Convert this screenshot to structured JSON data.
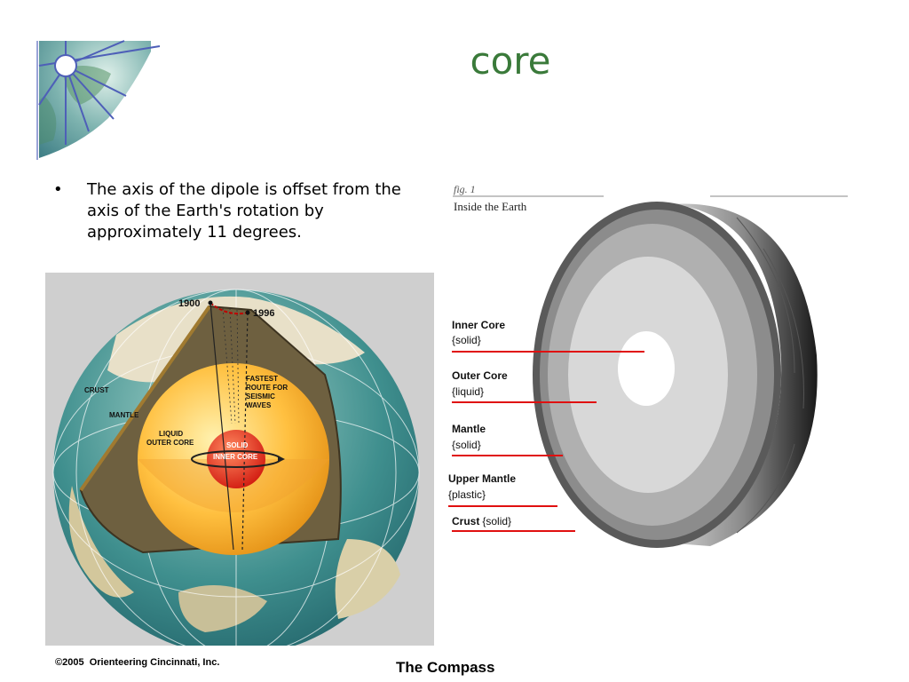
{
  "slide": {
    "title": "core",
    "bullets": [
      "The axis of the dipole is offset from the axis of the Earth's rotation by approximately 11 degrees."
    ],
    "footer_left": "©2005  Orienteering Cincinnati, Inc.",
    "footer_center": "The Compass"
  },
  "globe_figure": {
    "labels": {
      "year_1900": "1900",
      "year_1996": "1996",
      "crust": "CRUST",
      "mantle": "MANTLE",
      "liquid_line1": "LIQUID",
      "liquid_line2": "OUTER CORE",
      "solid_line1": "SOLID",
      "solid_line2": "INNER CORE",
      "fastest_line1": "FASTEST",
      "fastest_line2": "ROUTE FOR",
      "fastest_line3": "SEISMIC",
      "fastest_line4": "WAVES"
    }
  },
  "layer_figure": {
    "fig_label": "fig. 1",
    "caption": "Inside the Earth",
    "layers": [
      {
        "name": "Inner Core",
        "state": "{solid}"
      },
      {
        "name": "Outer Core",
        "state": "{liquid}"
      },
      {
        "name": "Mantle",
        "state": "{solid}"
      },
      {
        "name": "Upper Mantle",
        "state": "{plastic}"
      },
      {
        "name": "Crust",
        "state": "{solid}"
      }
    ],
    "pointer_color": "#e01010"
  }
}
